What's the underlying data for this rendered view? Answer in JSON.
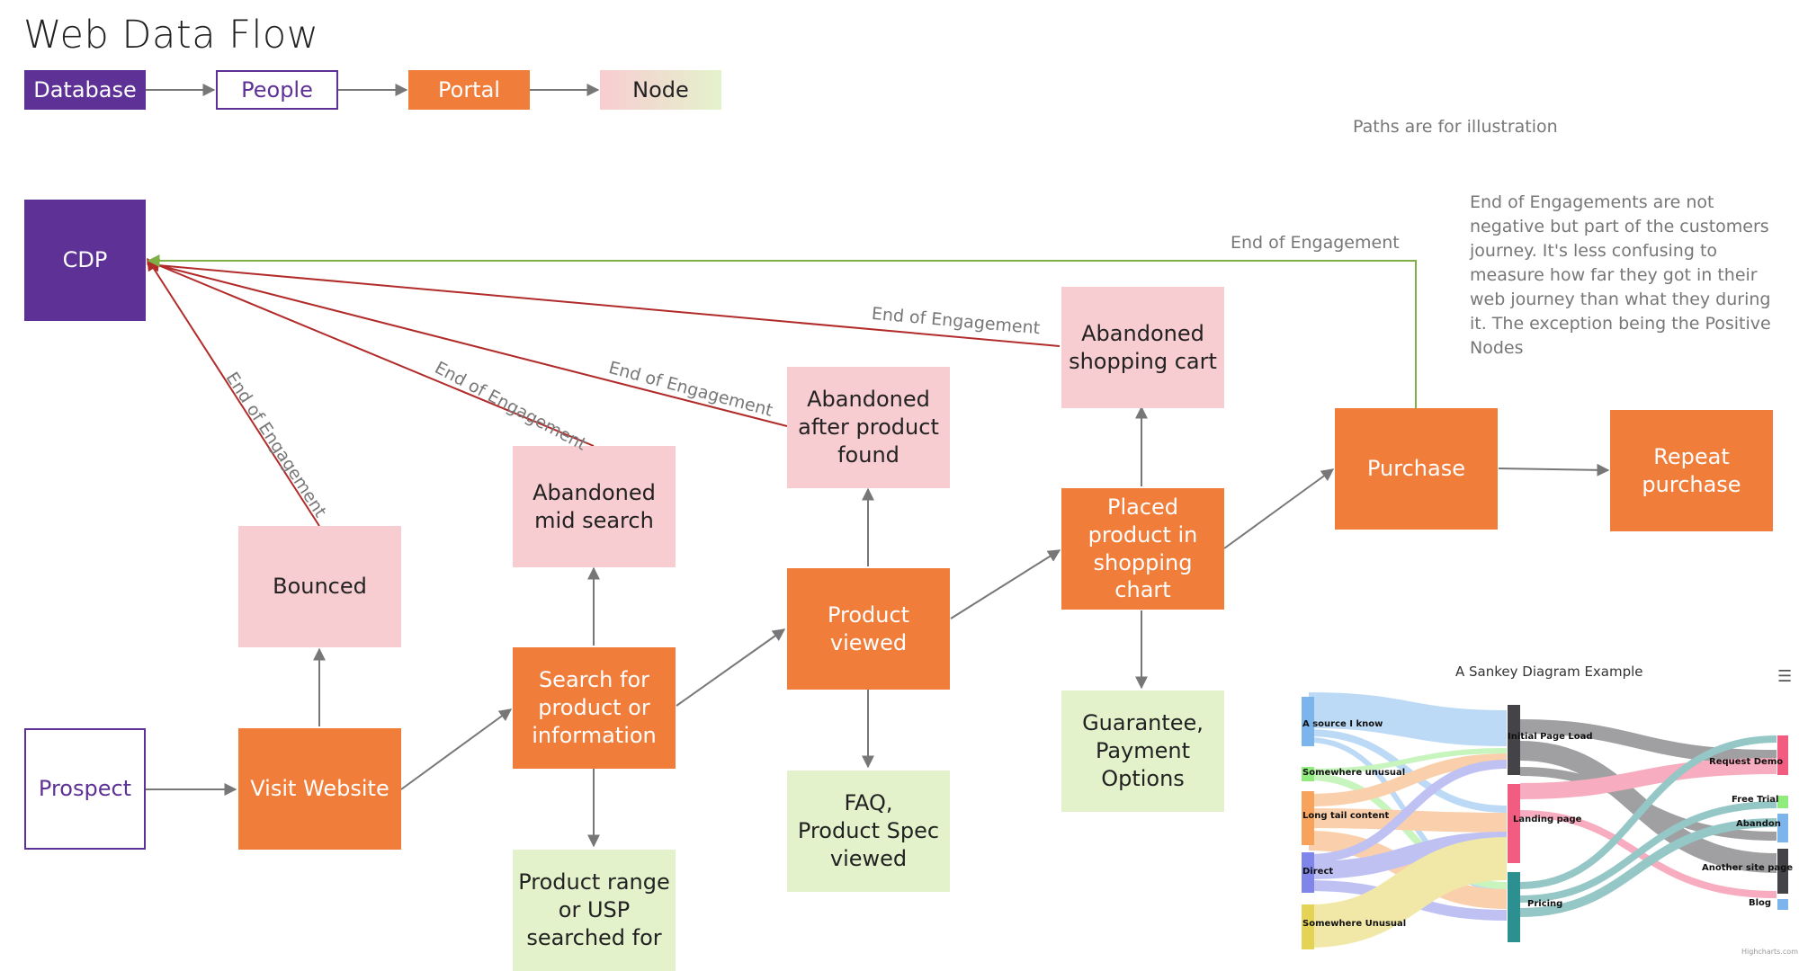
{
  "title": "Web Data Flow",
  "legend": {
    "database": "Database",
    "people": "People",
    "portal": "Portal",
    "node": "Node"
  },
  "notes": {
    "paths": "Paths are for illustration",
    "engagement": "End of Engagements are not negative but part of the customers journey. It's less confusing to measure how far they got in their web journey than what they during it. The exception being the Positive Nodes"
  },
  "nodes": {
    "cdp": "CDP",
    "prospect": "Prospect",
    "visit": "Visit Website",
    "bounced": "Bounced",
    "search": "Search for\nproduct or\ninformation",
    "abandoned_search": "Abandoned\nmid search",
    "range": "Product range\nor USP\nsearched for",
    "viewed": "Product\nviewed",
    "abandoned_found": "Abandoned\nafter product\nfound",
    "faq": "FAQ,\nProduct Spec\nviewed",
    "placed": "Placed\nproduct in\nshopping\nchart",
    "abandoned_cart": "Abandoned\nshopping cart",
    "guarantee": "Guarantee,\nPayment\nOptions",
    "purchase": "Purchase",
    "repeat": "Repeat\npurchase"
  },
  "edge_labels": {
    "eoe1": "End of Engagement",
    "eoe2": "End of Engagement",
    "eoe3": "End of Engagement",
    "eoe4": "End of Engagement",
    "eoe5": "End of Engagement"
  },
  "colors": {
    "database": "#5e3196",
    "portal": "#f07d3a",
    "negative_node": "#f8cdd1",
    "positive_node": "#e4f2cc",
    "flow_arrow": "#777777",
    "negative_edge": "#b22b2b",
    "positive_edge": "#7fb045"
  },
  "sankey": {
    "title": "A Sankey Diagram Example",
    "credit": "Highcharts.com",
    "menu_icon": "hamburger-icon",
    "sources": [
      "A source I know",
      "Somewhere unusual",
      "Long tail content",
      "Direct",
      "Somewhere Unusual"
    ],
    "middle": [
      "Initial Page Load",
      "Landing page",
      "Pricing"
    ],
    "targets": [
      "Request Demo",
      "Free Trial",
      "Abandon",
      "Another site page",
      "Blog"
    ]
  }
}
